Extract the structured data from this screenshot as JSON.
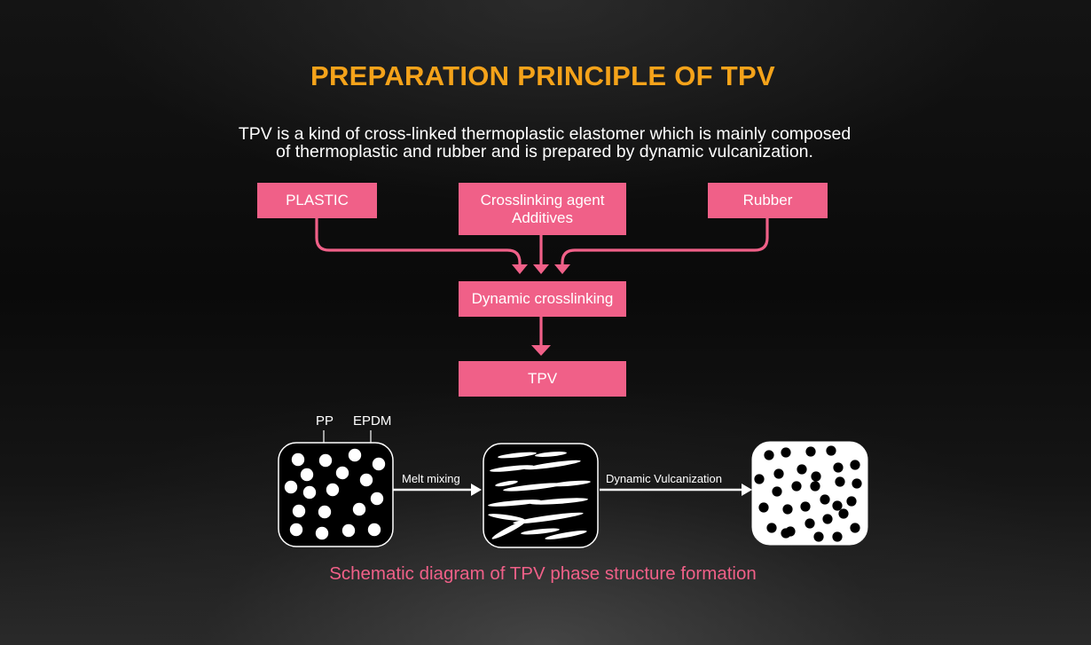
{
  "title": "PREPARATION PRINCIPLE OF TPV",
  "intro": {
    "line1": "TPV is a kind of cross-linked thermoplastic elastomer which is mainly composed",
    "line2": "of thermoplastic and rubber and is prepared by dynamic vulcanization."
  },
  "flow": {
    "plastic": "PLASTIC",
    "agent_line1": "Crosslinking agent",
    "agent_line2": "Additives",
    "rubber": "Rubber",
    "dynamic": "Dynamic crosslinking",
    "tpv": "TPV"
  },
  "schematic": {
    "pp_label": "PP",
    "epdm_label": "EPDM",
    "step1_label": "Melt mixing",
    "step2_label": "Dynamic Vulcanization",
    "caption": "Schematic diagram of TPV phase structure formation"
  },
  "colors": {
    "title": "#f5a31a",
    "accent": "#f06088",
    "text": "#ffffff"
  }
}
